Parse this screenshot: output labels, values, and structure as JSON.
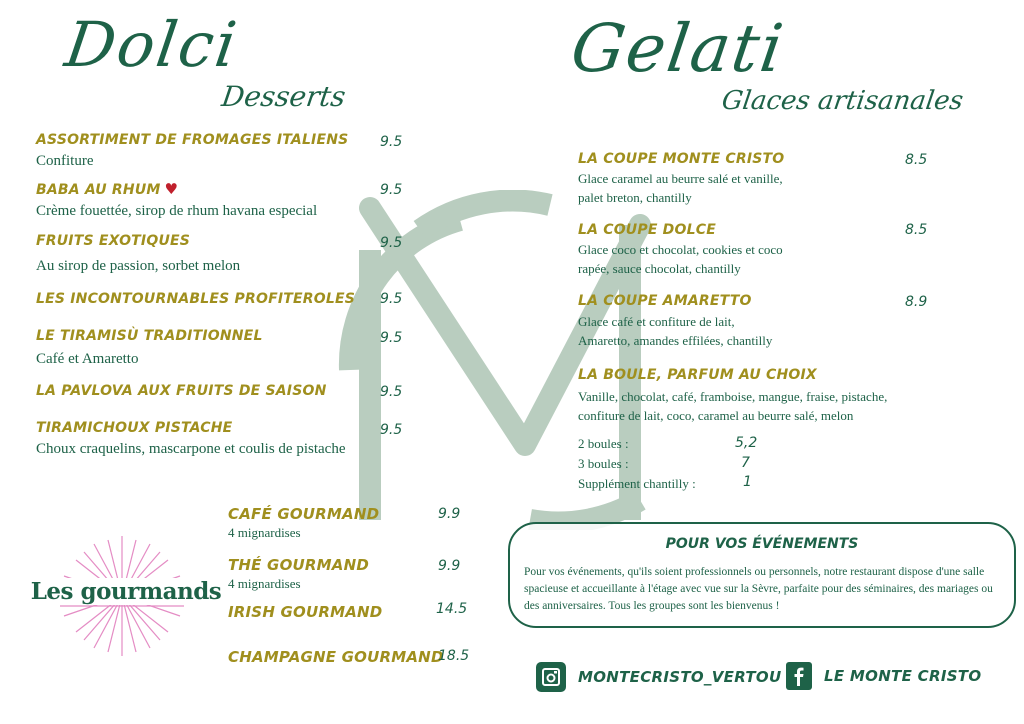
{
  "dolci": {
    "title": "Dolci",
    "subtitle": "Desserts",
    "items": [
      {
        "name": "Assortiment de fromages italiens",
        "desc": "Confiture",
        "price": "9.5"
      },
      {
        "name": "Baba au rhum",
        "desc": "Crème fouettée, sirop de rhum havana especial",
        "price": "9.5",
        "badge": "♥"
      },
      {
        "name": "Fruits exotiques",
        "desc": "Au sirop de passion, sorbet melon",
        "price": "9.5"
      },
      {
        "name": "Les incontournables profiteroles",
        "desc": "",
        "price": "9.5"
      },
      {
        "name": "Le tiramisù traditionnel",
        "desc": "Café et Amaretto",
        "price": "9.5"
      },
      {
        "name": "La pavlova aux fruits de saison",
        "desc": "",
        "price": "9.5"
      },
      {
        "name": "Tiramichoux pistache",
        "desc": "Choux craquelins, mascarpone et coulis de pistache",
        "price": "9.5"
      }
    ]
  },
  "gourmands": {
    "logo_text": "Les gourmands",
    "items": [
      {
        "name": "Café gourmand",
        "desc": "4 mignardises",
        "price": "9.9"
      },
      {
        "name": "Thé gourmand",
        "desc": "4 mignardises",
        "price": "9.9"
      },
      {
        "name": "Irish gourmand",
        "desc": "",
        "price": "14.5"
      },
      {
        "name": "Champagne gourmand",
        "desc": "",
        "price": "18.5"
      }
    ]
  },
  "gelati": {
    "title": "Gelati",
    "subtitle": "Glaces artisanales",
    "items": [
      {
        "name": "La coupe Monte Cristo",
        "desc1": "Glace caramel au beurre salé et vanille,",
        "desc2": "palet breton, chantilly",
        "price": "8.5"
      },
      {
        "name": "La coupe Dolce",
        "desc1": "Glace coco et chocolat, cookies et coco",
        "desc2": "rapée, sauce chocolat, chantilly",
        "price": "8.5"
      },
      {
        "name": "La coupe Amaretto",
        "desc1": "Glace café et confiture de lait,",
        "desc2": "Amaretto, amandes effilées, chantilly",
        "price": "8.9"
      },
      {
        "name": "La boule, parfum au choix",
        "desc1": "Vanille, chocolat, café, framboise, mangue, fraise, pistache,",
        "desc2": "confiture de lait, coco, caramel au beurre salé, melon",
        "price": ""
      }
    ],
    "boules": [
      {
        "label": "2 boules :",
        "price": "5,2"
      },
      {
        "label": "3 boules :",
        "price": "7"
      },
      {
        "label": "Supplément chantilly :",
        "price": "1"
      }
    ]
  },
  "events": {
    "title": "Pour vos événements",
    "text": "Pour vos événements, qu'ils soient professionnels ou personnels, notre restaurant dispose d'une salle spacieuse et accueillante à l'étage avec vue sur la Sèvre, parfaite pour des séminaires, des mariages ou des anniversaires. Tous les groupes sont les bienvenus !"
  },
  "social": {
    "instagram": {
      "icon": "instagram-icon",
      "label": "montecristo_vertou"
    },
    "facebook": {
      "icon": "facebook-icon",
      "label": "Le Monte Cristo"
    }
  },
  "colors": {
    "green": "#1e6248",
    "gold": "#a08f1e",
    "watermark": "#b9cdbf",
    "heart": "#c0202c",
    "pink": "#e48cc4"
  }
}
